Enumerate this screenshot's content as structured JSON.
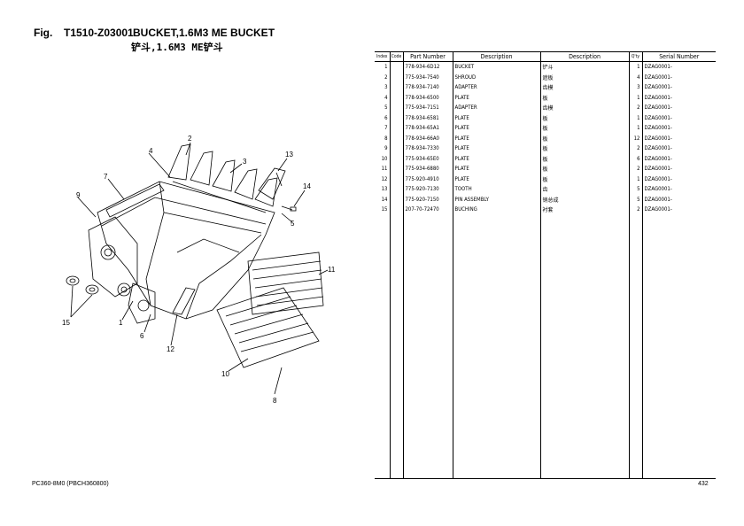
{
  "header": {
    "fig_label": "Fig.",
    "fig_code": "T1510-Z03001",
    "title": "BUCKET,1.6M3 ME BUCKET",
    "title_cn": "铲斗,1.6M3 ME铲斗"
  },
  "diagram": {
    "callouts": [
      "1",
      "2",
      "3",
      "4",
      "5",
      "6",
      "7",
      "8",
      "9",
      "10",
      "11",
      "12",
      "13",
      "14",
      "15"
    ]
  },
  "table": {
    "headers": [
      "Index",
      "Code",
      "Part Number",
      "Description",
      "Description",
      "Q'ty",
      "Serial Number"
    ],
    "rows": [
      [
        "1",
        "",
        "778-934-6D12",
        "BUCKET",
        "铲斗",
        "1",
        "DZAG0001-"
      ],
      [
        "2",
        "",
        "775-934-7540",
        "SHROUD",
        "遮板",
        "4",
        "DZAG0001-"
      ],
      [
        "3",
        "",
        "778-934-7140",
        "ADAPTER",
        "齿模",
        "3",
        "DZAG0001-"
      ],
      [
        "4",
        "",
        "778-934-6500",
        "PLATE",
        "板",
        "1",
        "DZAG0001-"
      ],
      [
        "5",
        "",
        "775-934-7151",
        "ADAPTER",
        "齿模",
        "2",
        "DZAG0001-"
      ],
      [
        "6",
        "",
        "778-934-6581",
        "PLATE",
        "板",
        "1",
        "DZAG0001-"
      ],
      [
        "7",
        "",
        "778-934-65A1",
        "PLATE",
        "板",
        "1",
        "DZAG0001-"
      ],
      [
        "8",
        "",
        "778-934-66A0",
        "PLATE",
        "板",
        "12",
        "DZAG0001-"
      ],
      [
        "9",
        "",
        "778-934-7330",
        "PLATE",
        "板",
        "2",
        "DZAG0001-"
      ],
      [
        "10",
        "",
        "775-934-65E0",
        "PLATE",
        "板",
        "6",
        "DZAG0001-"
      ],
      [
        "11",
        "",
        "775-934-6880",
        "PLATE",
        "板",
        "2",
        "DZAG0001-"
      ],
      [
        "12",
        "",
        "775-920-4910",
        "PLATE",
        "板",
        "1",
        "DZAG0001-"
      ],
      [
        "13",
        "",
        "775-920-7130",
        "TOOTH",
        "齿",
        "5",
        "DZAG0001-"
      ],
      [
        "14",
        "",
        "775-920-7150",
        "PIN ASSEMBLY",
        "销总成",
        "5",
        "DZAG0001-"
      ],
      [
        "15",
        "",
        "207-70-72470",
        "BUCHING",
        "衬套",
        "2",
        "DZAG0001-"
      ]
    ]
  },
  "footer": {
    "model": "PC360-8M0 (PBCH360800)",
    "page": "432"
  }
}
